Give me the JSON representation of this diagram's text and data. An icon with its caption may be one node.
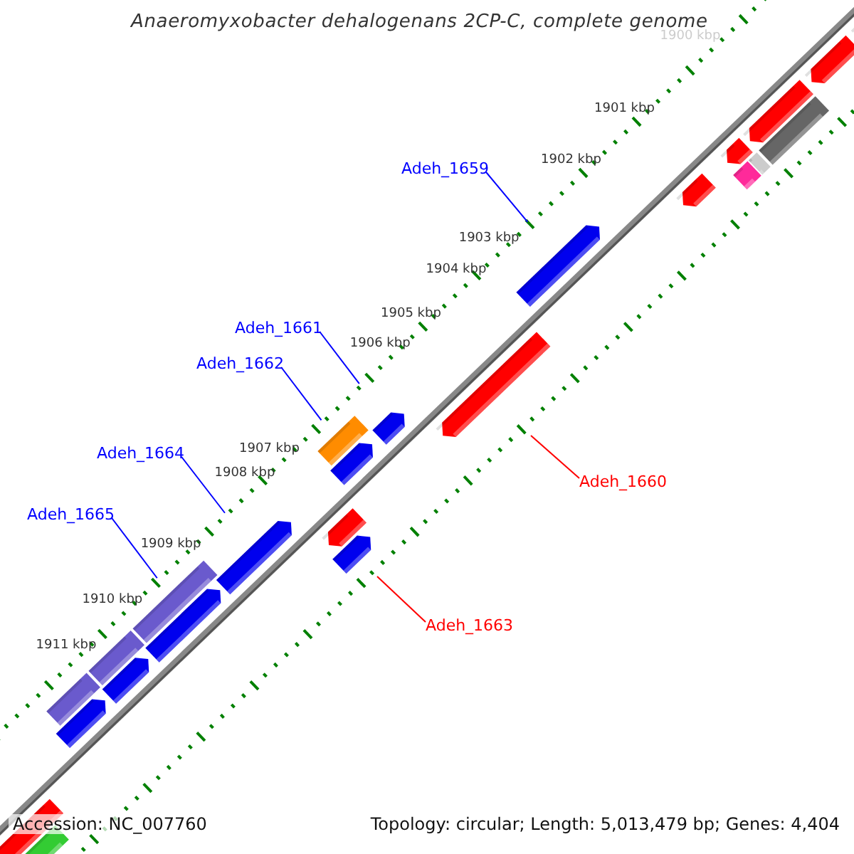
{
  "diagram": {
    "title": "Anaeromyxobacter dehalogenans 2CP-C, complete genome",
    "nodes": [
      {
        "text": [
          "Adeh_1659"
        ]
      },
      {
        "text": [
          "Adeh_1661"
        ]
      },
      {
        "text": [
          "Adeh_1662"
        ]
      },
      {
        "text": [
          "Adeh_1664"
        ]
      },
      {
        "text": [
          "Adeh_1665"
        ]
      },
      {
        "text": [
          "Adeh_1660"
        ]
      },
      {
        "text": [
          "Adeh_1663"
        ]
      }
    ],
    "edges": [
      {
        "from": 0,
        "to": null,
        "arrow": "none"
      },
      {
        "from": 1,
        "to": null,
        "arrow": "none"
      },
      {
        "from": 2,
        "to": null,
        "arrow": "none"
      },
      {
        "from": 3,
        "to": null,
        "arrow": "none"
      },
      {
        "from": 4,
        "to": null,
        "arrow": "none"
      },
      {
        "from": 5,
        "to": null,
        "arrow": "none",
        "color": "#ff0000"
      },
      {
        "from": 6,
        "to": null,
        "arrow": "none",
        "color": "#ff0000"
      }
    ],
    "labels": [
      "1900 kbp",
      "1901 kbp",
      "1902 kbp",
      "1903 kbp",
      "1904 kbp",
      "1905 kbp",
      "1906 kbp",
      "1907 kbp",
      "1908 kbp",
      "1909 kbp",
      "1910 kbp",
      "1911 kbp",
      "Accession: NC_007760",
      "Topology: circular; Length: 5,013,479 bp; Genes: 4,404"
    ]
  }
}
